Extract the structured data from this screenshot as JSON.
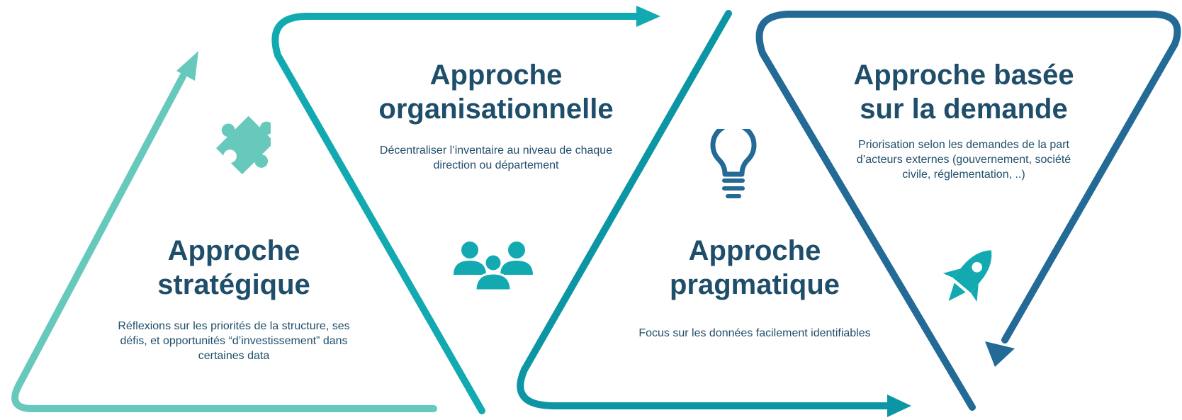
{
  "colors": {
    "light_teal": "#66c9bb",
    "teal": "#12aab0",
    "dark_teal": "#0c96a5",
    "navy": "#236a96",
    "text": "#1f4e6b"
  },
  "blocks": [
    {
      "title": "Approche\nstratégique",
      "description": "Réflexions sur les priorités de la structure, ses\ndéfis, et opportunités “d’investissement” dans\ncertaines data",
      "icon": "puzzle-icon"
    },
    {
      "title": "Approche\norganisationnelle",
      "description": "Décentraliser l’inventaire au niveau de chaque\ndirection ou département",
      "icon": "people-icon"
    },
    {
      "title": "Approche\npragmatique",
      "description": "Focus sur les données facilement identifiables",
      "icon": "lightbulb-icon"
    },
    {
      "title": "Approche basée\nsur la demande",
      "description": "Priorisation selon les demandes de la part\nd’acteurs externes (gouvernement, société\ncivile, réglementation, ..)",
      "icon": "rocket-icon"
    }
  ]
}
